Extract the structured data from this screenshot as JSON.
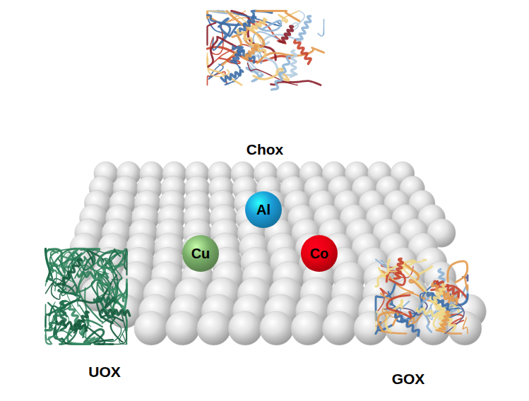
{
  "diagram": {
    "nodes": [
      {
        "text": [
          "Chox"
        ]
      },
      {
        "text": [
          "Al"
        ]
      },
      {
        "text": [
          "Cu"
        ]
      },
      {
        "text": [
          "Co"
        ]
      },
      {
        "text": [
          "UOX"
        ]
      },
      {
        "text": [
          "GOX"
        ]
      }
    ]
  }
}
